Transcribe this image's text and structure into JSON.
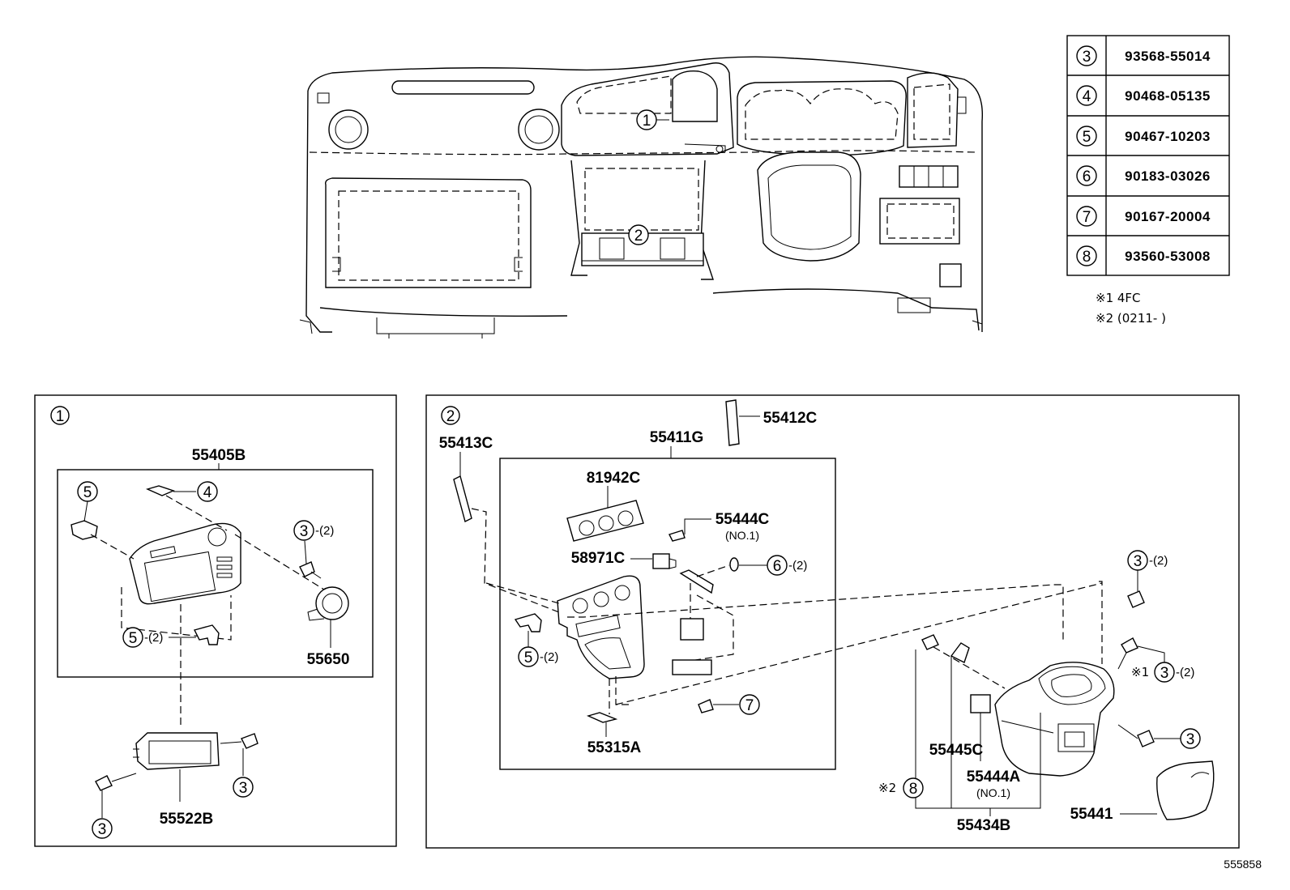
{
  "legend_table": [
    {
      "ref": "3",
      "part": "93568-55014"
    },
    {
      "ref": "4",
      "part": "90468-05135"
    },
    {
      "ref": "5",
      "part": "90467-10203"
    },
    {
      "ref": "6",
      "part": "90183-03026"
    },
    {
      "ref": "7",
      "part": "90167-20004"
    },
    {
      "ref": "8",
      "part": "93560-53008"
    }
  ],
  "notes": [
    "※1 4FC",
    "※2 (0211-    )"
  ],
  "overview": {
    "callouts": [
      "1",
      "2"
    ]
  },
  "panel1": {
    "id": "1",
    "labels": {
      "p55405B": "55405B",
      "p55650": "55650",
      "p55522B": "55522B"
    },
    "callouts": {
      "c5a": "5",
      "c4": "4",
      "c3a": "3",
      "c3a_qty": "-(2)",
      "c5b": "5",
      "c5b_qty": "-(2)",
      "c3b": "3",
      "c3c": "3"
    }
  },
  "panel2": {
    "id": "2",
    "labels": {
      "p55413C": "55413C",
      "p55411G": "55411G",
      "p55412C": "55412C",
      "p81942C": "81942C",
      "p55444C": "55444C",
      "p55444C_sub": "(NO.1)",
      "p58971C": "58971C",
      "p55315A": "55315A",
      "p55445C": "55445C",
      "p55444A": "55444A",
      "p55444A_sub": "(NO.1)",
      "p55434B": "55434B",
      "p55441": "55441"
    },
    "callouts": {
      "c6": "6",
      "c6_qty": "-(2)",
      "c5": "5",
      "c5_qty": "-(2)",
      "c7": "7",
      "c3a": "3",
      "c3a_qty": "-(2)",
      "c3b_prefix": "※1",
      "c3b": "3",
      "c3b_qty": "-(2)",
      "c3c": "3",
      "c8_prefix": "※2",
      "c8": "8"
    }
  },
  "figure_id": "555858"
}
